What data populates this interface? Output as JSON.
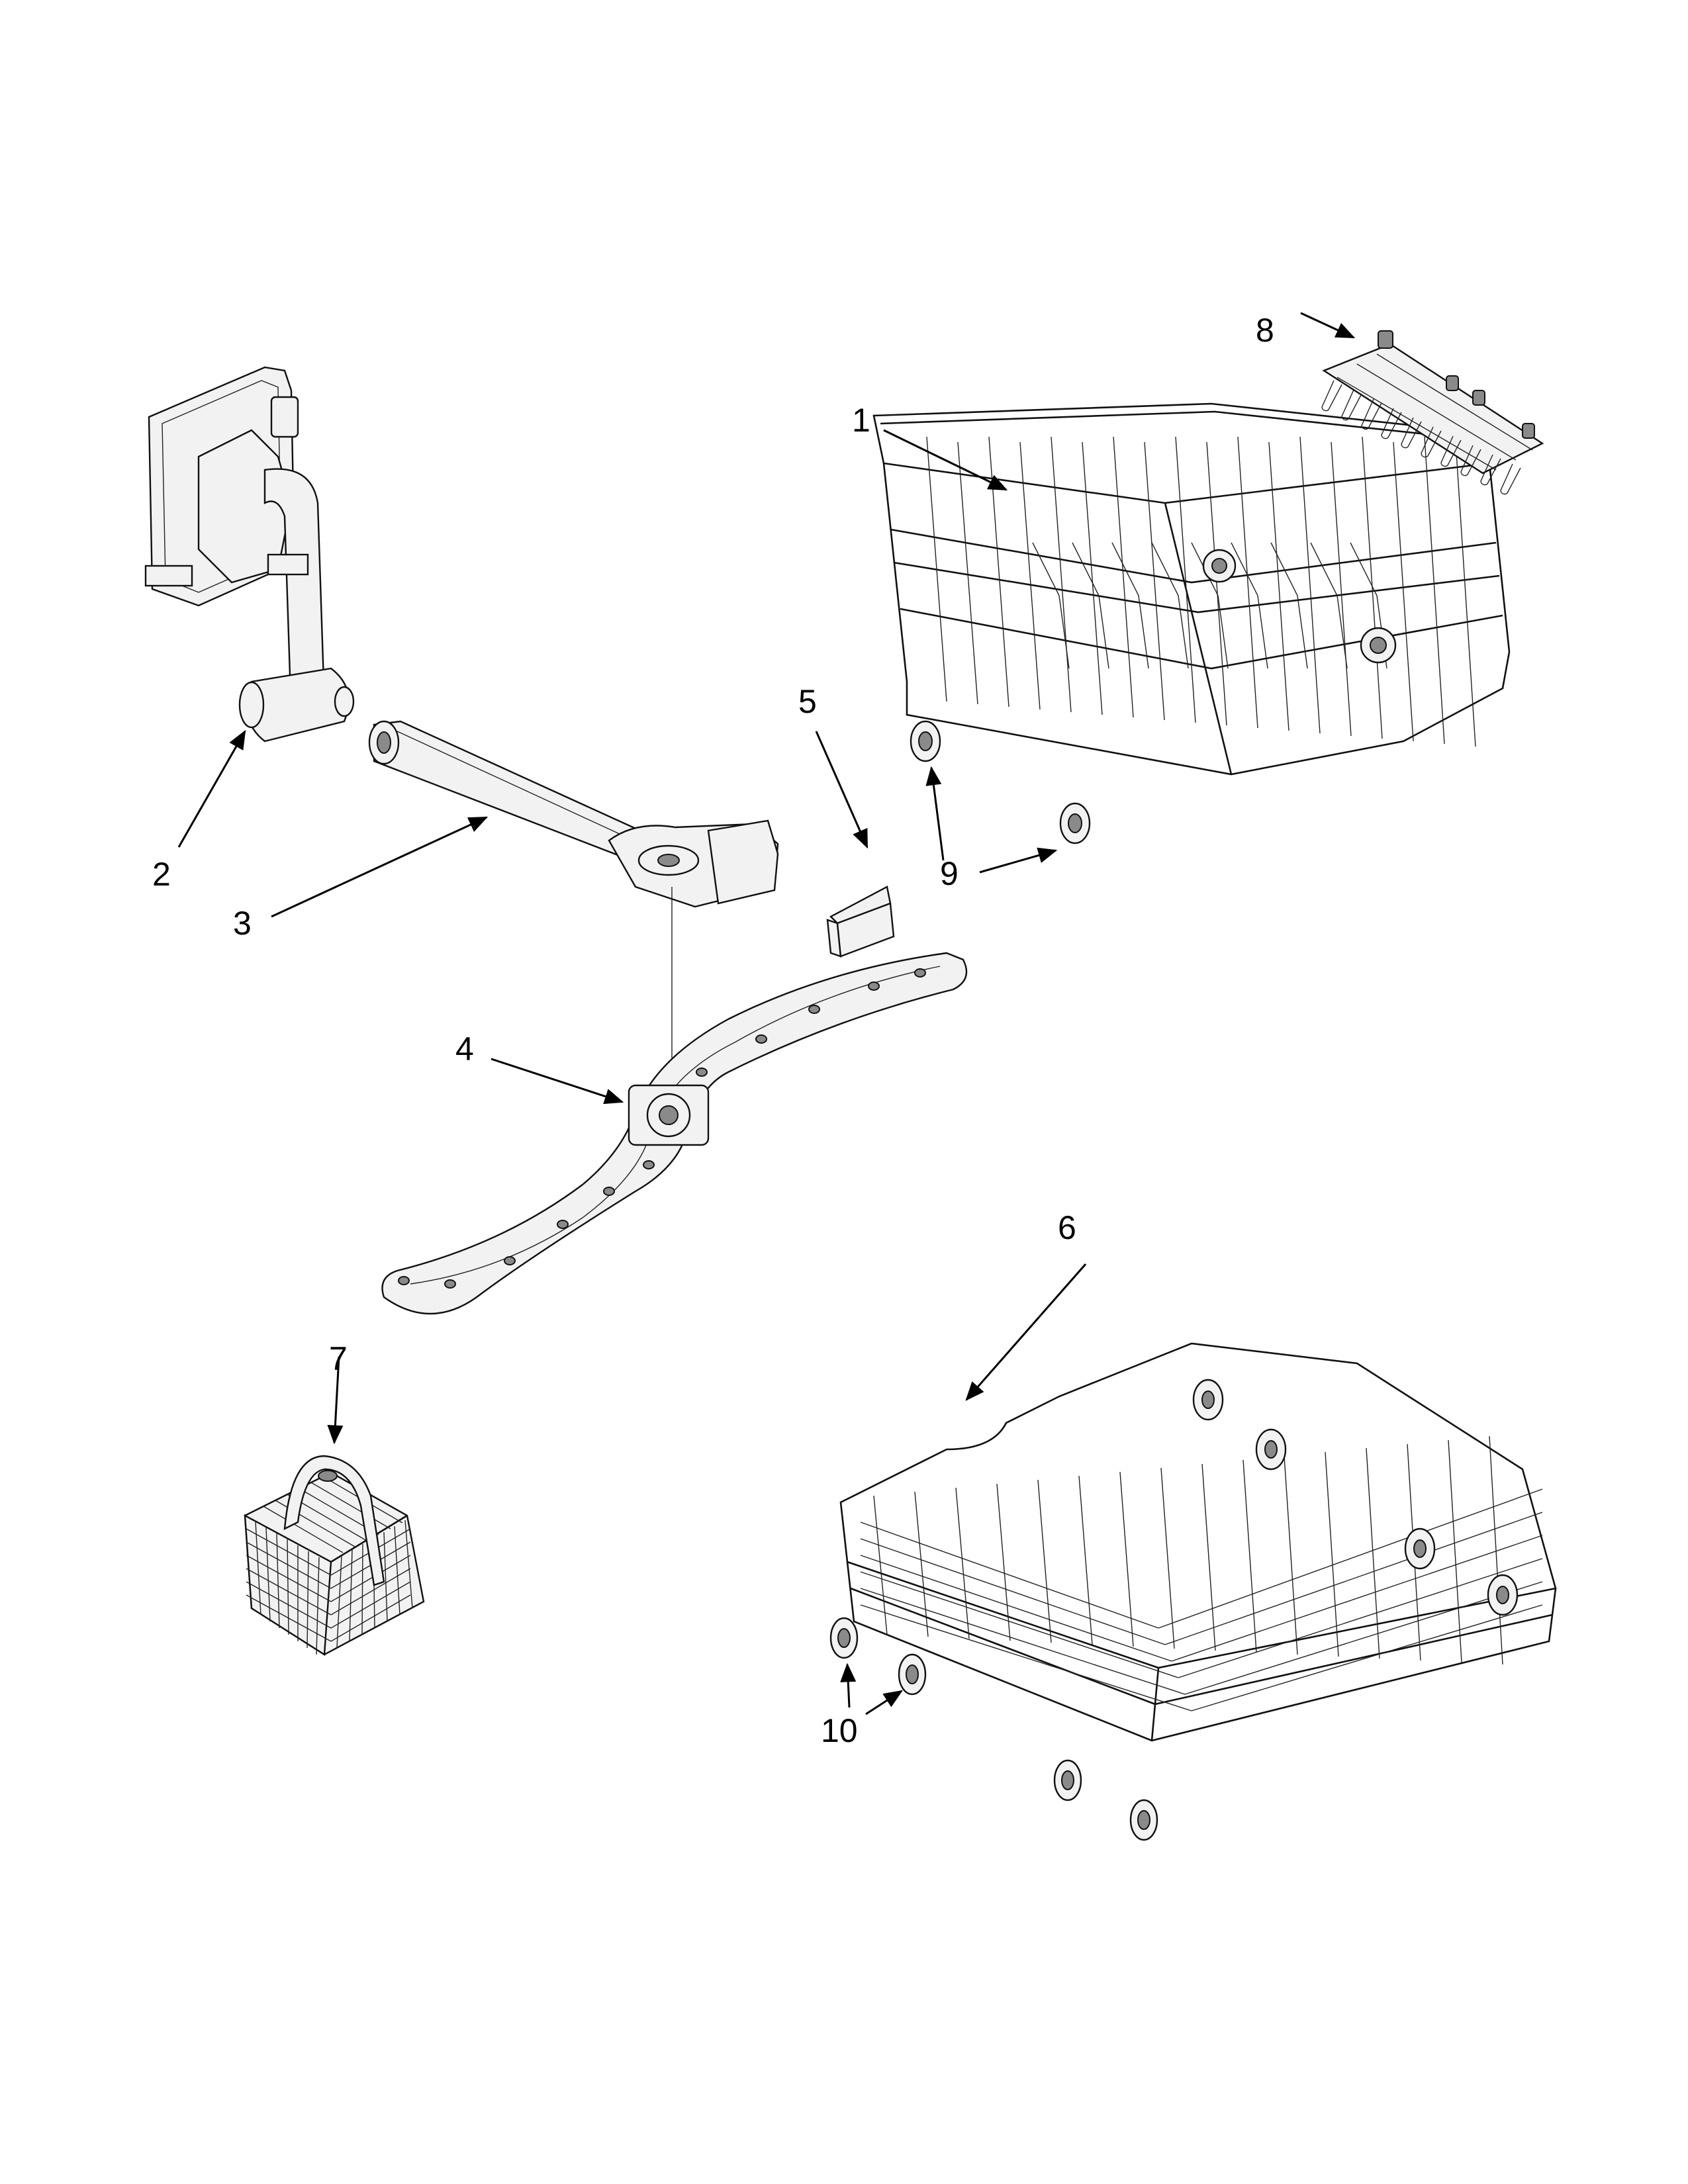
{
  "diagram": {
    "callouts": [
      {
        "id": "1",
        "text": "1"
      },
      {
        "id": "2",
        "text": "2"
      },
      {
        "id": "3",
        "text": "3"
      },
      {
        "id": "4",
        "text": "4"
      },
      {
        "id": "5",
        "text": "5"
      },
      {
        "id": "6",
        "text": "6"
      },
      {
        "id": "7",
        "text": "7"
      },
      {
        "id": "8",
        "text": "8"
      },
      {
        "id": "9",
        "text": "9"
      },
      {
        "id": "10",
        "text": "10"
      }
    ],
    "line_color": "#111111",
    "background": "#ffffff"
  }
}
